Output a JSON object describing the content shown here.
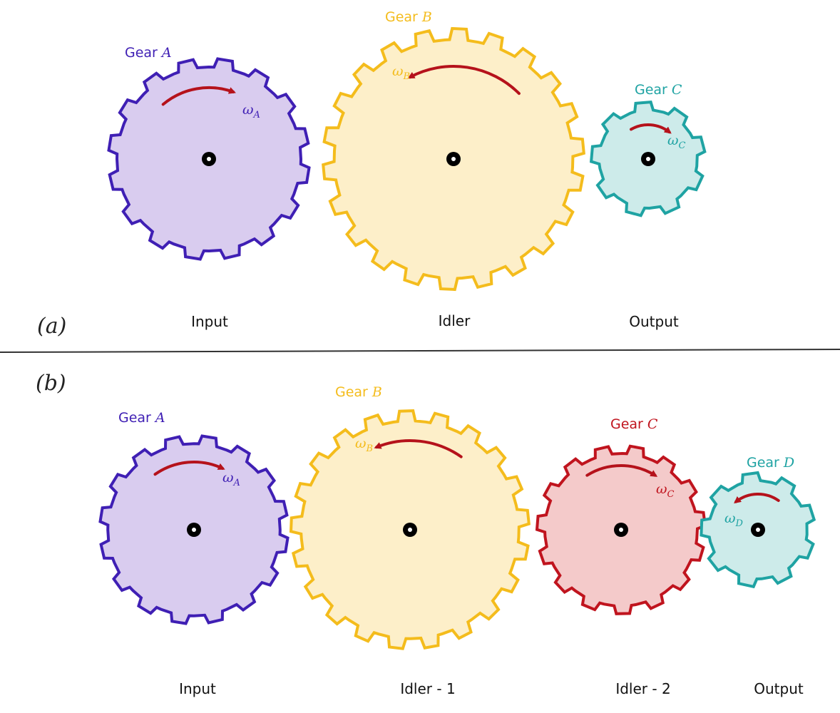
{
  "panels": [
    {
      "letter": "(a)",
      "gears": [
        {
          "name_prefix": "Gear ",
          "name_letter": "A",
          "omega_sub": "A",
          "role": "Input",
          "color": "#3f1fb4",
          "fill": "#d9ccef",
          "direction": "cw"
        },
        {
          "name_prefix": "Gear ",
          "name_letter": "B",
          "omega_sub": "B",
          "role": "Idler",
          "color": "#f4bc1c",
          "fill": "#fdefc9",
          "direction": "ccw"
        },
        {
          "name_prefix": "Gear ",
          "name_letter": "C",
          "omega_sub": "C",
          "role": "Output",
          "color": "#1fa3a3",
          "fill": "#cdebea",
          "direction": "cw"
        }
      ]
    },
    {
      "letter": "(b)",
      "gears": [
        {
          "name_prefix": "Gear ",
          "name_letter": "A",
          "omega_sub": "A",
          "role": "Input",
          "color": "#3f1fb4",
          "fill": "#d9ccef",
          "direction": "cw"
        },
        {
          "name_prefix": "Gear ",
          "name_letter": "B",
          "omega_sub": "B",
          "role": "Idler - 1",
          "color": "#f4bc1c",
          "fill": "#fdefc9",
          "direction": "ccw"
        },
        {
          "name_prefix": "Gear ",
          "name_letter": "C",
          "omega_sub": "C",
          "role": "Idler - 2",
          "color": "#c0141e",
          "fill": "#f4caca",
          "direction": "cw"
        },
        {
          "name_prefix": "Gear ",
          "name_letter": "D",
          "omega_sub": "D",
          "role": "Output",
          "color": "#1fa3a3",
          "fill": "#cdebea",
          "direction": "ccw"
        }
      ]
    }
  ],
  "omega_symbol": "ω",
  "arrow_color": "#b5121b",
  "divider_color": "#333333"
}
